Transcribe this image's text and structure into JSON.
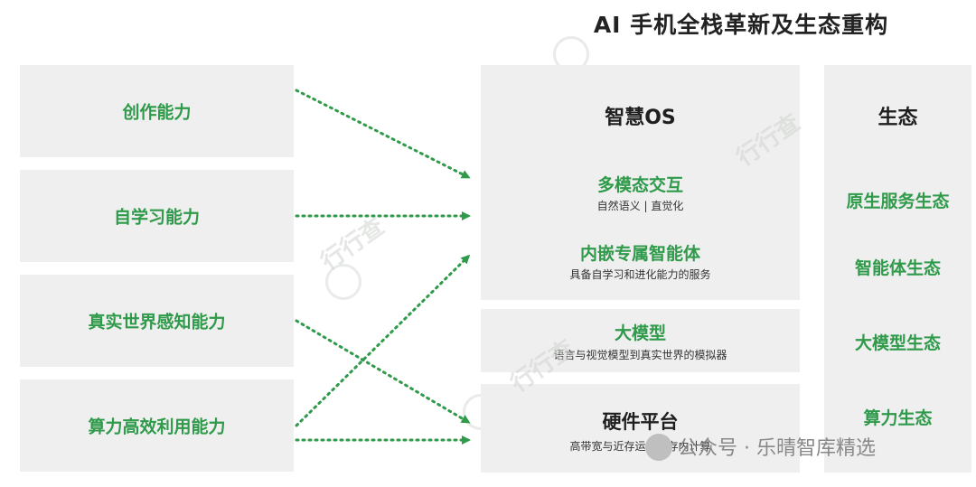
{
  "title": "AI 手机全栈革新及生态重构",
  "left_capabilities": [
    {
      "label": "创作能力"
    },
    {
      "label": "自学习能力"
    },
    {
      "label": "真实世界感知能力"
    },
    {
      "label": "算力高效利用能力"
    }
  ],
  "os_box": {
    "title": "智慧OS",
    "items": [
      {
        "title": "多模态交互",
        "desc": "自然语义 | 直觉化"
      },
      {
        "title": "内嵌专属智能体",
        "desc": "具备自学习和进化能力的服务"
      }
    ]
  },
  "model_box": {
    "title": "大模型",
    "desc": "语言与视觉模型到真实世界的模拟器"
  },
  "hardware_box": {
    "title": "硬件平台",
    "desc": "高带宽与近存运算，存内计算"
  },
  "ecosystem": {
    "title": "生态",
    "items": [
      "原生服务生态",
      "智能体生态",
      "大模型生态",
      "算力生态"
    ]
  },
  "footer": {
    "text": "公众号 · 乐晴智库精选"
  },
  "watermark": {
    "text": "行行查"
  },
  "colors": {
    "accent": "#2e9a4a",
    "box_bg": "#efefef",
    "arrow": "#2e9a4a"
  }
}
